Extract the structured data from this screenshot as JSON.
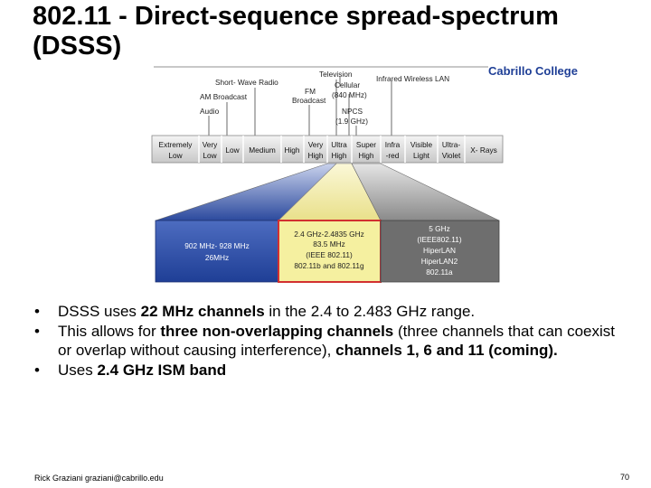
{
  "slide": {
    "title": "802.11 - Direct-sequence spread-spectrum (DSSS)",
    "logo": "Cabrillo College",
    "footer": "Rick Graziani graziani@cabrillo.edu",
    "page_number": "70"
  },
  "spectrum": {
    "labels": {
      "short_wave_radio": "Short- Wave Radio",
      "am_broadcast": "AM Broadcast",
      "audio": "Audio",
      "television": "Television",
      "fm_broadcast_1": "FM",
      "fm_broadcast_2": "Broadcast",
      "cellular_1": "Cellular",
      "cellular_2": "(840 MHz)",
      "npcs_1": "NPCS",
      "npcs_2": "(1.9 GHz)",
      "infrared_wlan": "Infrared Wireless LAN"
    },
    "cells": [
      {
        "line1": "Extremely",
        "line2": "Low"
      },
      {
        "line1": "Very",
        "line2": "Low"
      },
      {
        "line1": "Low",
        "line2": ""
      },
      {
        "line1": "Medium",
        "line2": ""
      },
      {
        "line1": "High",
        "line2": ""
      },
      {
        "line1": "Very",
        "line2": "High"
      },
      {
        "line1": "Ultra",
        "line2": "High"
      },
      {
        "line1": "Super",
        "line2": "High"
      },
      {
        "line1": "Infra",
        "line2": "-red"
      },
      {
        "line1": "Visible",
        "line2": "Light"
      },
      {
        "line1": "Ultra-",
        "line2": "Violet"
      },
      {
        "line1": "X- Rays",
        "line2": ""
      }
    ],
    "band_left": {
      "line1": "902 MHz- 928 MHz",
      "line2": "26MHz"
    },
    "band_middle": {
      "line1": "2.4 GHz-2.4835 GHz",
      "line2": "83.5 MHz",
      "line3": "(IEEE 802.11)",
      "line4": "802.11b and 802.11g"
    },
    "band_right": {
      "line1": "5 GHz",
      "line2": "(IEEE802.11)",
      "line3": "HiperLAN",
      "line4": "HiperLAN2",
      "line5": "802.11a"
    },
    "colors": {
      "left_band": "#1f3f96",
      "middle_band": "#f5f0a0",
      "middle_border": "#d23030",
      "right_band": "#6e6e6e"
    }
  },
  "bullets": [
    {
      "dot": "•",
      "p1": "DSSS uses ",
      "b1": "22 MHz channels",
      "p2": " in the 2.4 to 2.483 GHz range."
    },
    {
      "dot": "•",
      "p1": "This allows for ",
      "b1": "three non-overlapping channels",
      "p2": " (three channels that can coexist or overlap without causing interference), ",
      "b2": "channels 1, 6 and 11 (coming)."
    },
    {
      "dot": "•",
      "p1": "Uses ",
      "b1": "2.4 GHz ISM band",
      "p2": ""
    }
  ]
}
